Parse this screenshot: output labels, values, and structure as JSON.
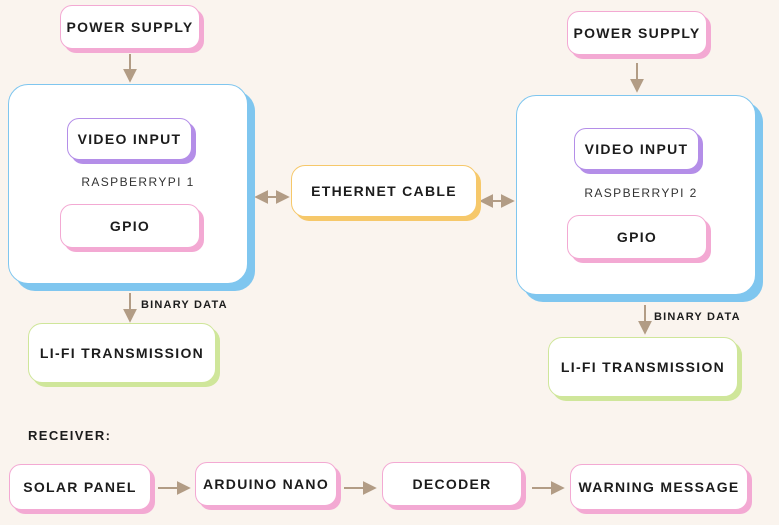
{
  "colors": {
    "background": "#faf4ee",
    "arrow": "#b29c85",
    "pink": "#f3a9d3",
    "purple": "#b48ee8",
    "blue": "#7fc6ef",
    "orange": "#f6c86a",
    "green": "#cfe69a"
  },
  "left": {
    "power_supply": "POWER SUPPLY",
    "video_input": "VIDEO INPUT",
    "pi_label": "RASPBERRYPI 1",
    "gpio": "GPIO",
    "binary_data": "BINARY DATA",
    "lifi": "LI-FI TRANSMISSION"
  },
  "center": {
    "ethernet": "ETHERNET CABLE"
  },
  "right": {
    "power_supply": "POWER SUPPLY",
    "video_input": "VIDEO INPUT",
    "pi_label": "RASPBERRYPI 2",
    "gpio": "GPIO",
    "binary_data": "BINARY DATA",
    "lifi": "LI-FI TRANSMISSION"
  },
  "receiver": {
    "label": "RECEIVER:",
    "items": [
      "SOLAR PANEL",
      "ARDUINO NANO",
      "DECODER",
      "WARNING MESSAGE"
    ]
  }
}
